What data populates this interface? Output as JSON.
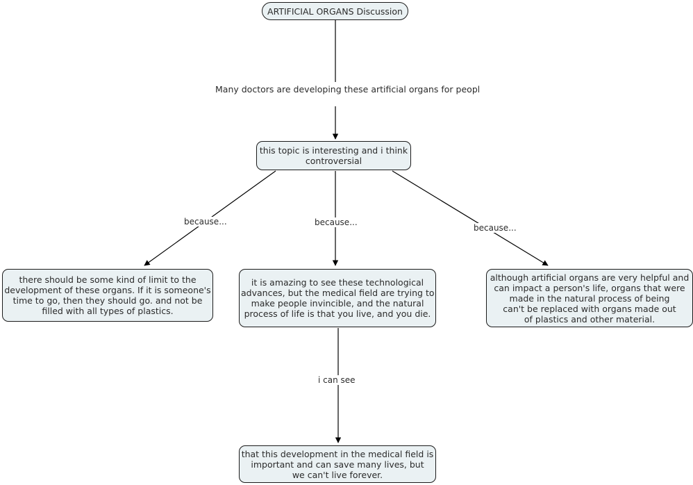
{
  "map": {
    "title": "ARTIFICIAL ORGANS Discussion",
    "background_color": "#ffffff",
    "node_fill_color": "#eaf1f3",
    "node_border_color": "#1a1a1a",
    "text_color": "#2b2b2b",
    "link_color": "#000000"
  },
  "nodes": {
    "title": "ARTIFICIAL ORGANS Discussion",
    "topic": "this topic is interesting and i think\ncontroversial",
    "leaf_left": "there should be some kind of limit to the\ndevelopment of these organs. If it is someone's\ntime to go, then they should go. and not be\nfilled with all types of plastics.",
    "leaf_mid": "it is amazing to see these technological\nadvances, but the medical field are trying to\nmake people invincible, and the natural\nprocess of life is that you live, and you die.",
    "leaf_right": "although artificial organs are very helpful and\ncan impact a person's life, organs that were\nmade in the natural process of being\ncan't be replaced with organs made out\nof plastics and other material.",
    "bottom": "that this development in the medical field is\nimportant and can save many lives, but\nwe can't live forever."
  },
  "links": {
    "intro_phrase": "Many doctors are developing these artificial organs\nfor people that may need them.",
    "because_left": "because...",
    "because_mid": "because...",
    "because_right": "because...",
    "i_can_see": "i can see"
  }
}
